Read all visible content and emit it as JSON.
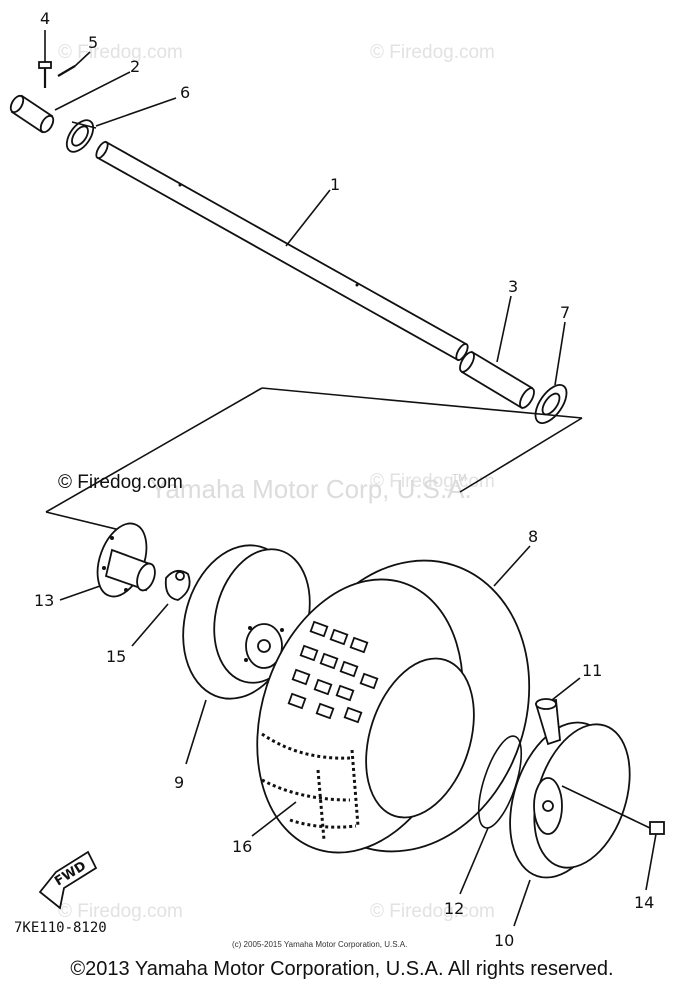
{
  "watermarks": {
    "firedog": "© Firedog.com",
    "corp": "Yamaha Motor Corp, U.S.A.",
    "tm": "TM"
  },
  "callouts": {
    "c1": "1",
    "c2": "2",
    "c3": "3",
    "c4": "4",
    "c5": "5",
    "c6": "6",
    "c7": "7",
    "c8": "8",
    "c9": "9",
    "c10": "10",
    "c11": "11",
    "c12": "12",
    "c13": "13",
    "c14": "14",
    "c15": "15",
    "c16": "16"
  },
  "fwd_label": "FWD",
  "part_code": "7KE110-8120",
  "small_copyright": "(c) 2005-2015 Yamaha Motor Corporation, U.S.A.",
  "footer_copyright": "©2013 Yamaha Motor Corporation, U.S.A. All rights reserved."
}
